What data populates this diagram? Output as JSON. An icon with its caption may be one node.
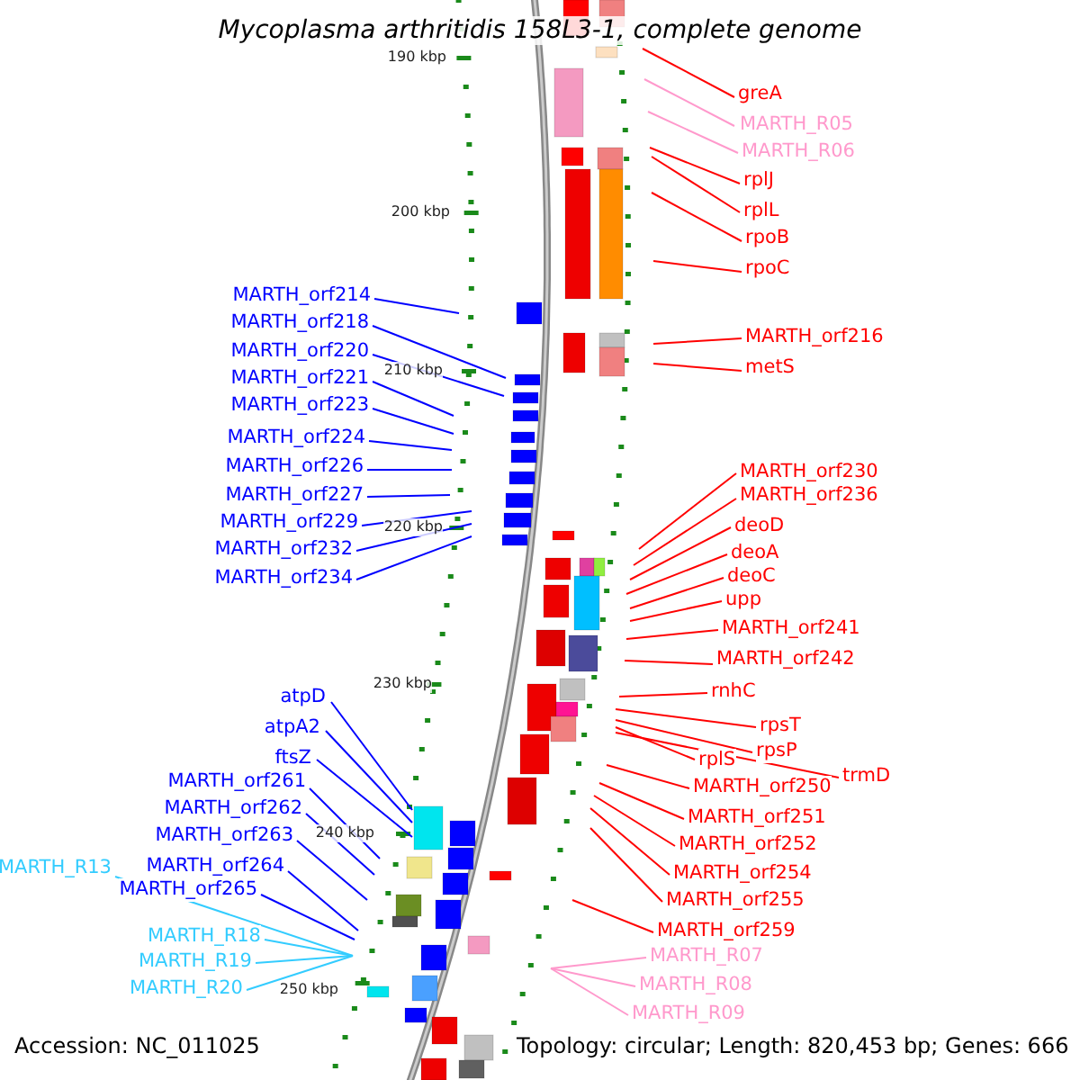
{
  "diagram": {
    "title": "Mycoplasma arthritidis 158L3-1, complete genome",
    "nodes": [
      {
        "text": [
          "greA"
        ]
      },
      {
        "text": [
          "MARTH_R05"
        ]
      },
      {
        "text": [
          "MARTH_R06"
        ]
      },
      {
        "text": [
          "rplJ"
        ]
      },
      {
        "text": [
          "rplL"
        ]
      },
      {
        "text": [
          "rpoB"
        ]
      },
      {
        "text": [
          "rpoC"
        ]
      },
      {
        "text": [
          "MARTH_orf216"
        ]
      },
      {
        "text": [
          "metS"
        ]
      },
      {
        "text": [
          "MARTH_orf230"
        ]
      },
      {
        "text": [
          "MARTH_orf236"
        ]
      },
      {
        "text": [
          "deoD"
        ]
      },
      {
        "text": [
          "deoA"
        ]
      },
      {
        "text": [
          "deoC"
        ]
      },
      {
        "text": [
          "upp"
        ]
      },
      {
        "text": [
          "MARTH_orf241"
        ]
      },
      {
        "text": [
          "MARTH_orf242"
        ]
      },
      {
        "text": [
          "rnhC"
        ]
      },
      {
        "text": [
          "rpsT"
        ]
      },
      {
        "text": [
          "rpsP"
        ]
      },
      {
        "text": [
          "rplS"
        ]
      },
      {
        "text": [
          "trmD"
        ]
      },
      {
        "text": [
          "MARTH_orf250"
        ]
      },
      {
        "text": [
          "MARTH_orf251"
        ]
      },
      {
        "text": [
          "MARTH_orf252"
        ]
      },
      {
        "text": [
          "MARTH_orf254"
        ]
      },
      {
        "text": [
          "MARTH_orf255"
        ]
      },
      {
        "text": [
          "MARTH_orf259"
        ]
      },
      {
        "text": [
          "MARTH_R07"
        ]
      },
      {
        "text": [
          "MARTH_R08"
        ]
      },
      {
        "text": [
          "MARTH_R09"
        ]
      },
      {
        "text": [
          "MARTH_orf214"
        ]
      },
      {
        "text": [
          "MARTH_orf218"
        ]
      },
      {
        "text": [
          "MARTH_orf220"
        ]
      },
      {
        "text": [
          "MARTH_orf221"
        ]
      },
      {
        "text": [
          "MARTH_orf223"
        ]
      },
      {
        "text": [
          "MARTH_orf224"
        ]
      },
      {
        "text": [
          "MARTH_orf226"
        ]
      },
      {
        "text": [
          "MARTH_orf227"
        ]
      },
      {
        "text": [
          "MARTH_orf229"
        ]
      },
      {
        "text": [
          "MARTH_orf232"
        ]
      },
      {
        "text": [
          "MARTH_orf234"
        ]
      },
      {
        "text": [
          "atpD"
        ]
      },
      {
        "text": [
          "atpA2"
        ]
      },
      {
        "text": [
          "ftsZ"
        ]
      },
      {
        "text": [
          "MARTH_orf261"
        ]
      },
      {
        "text": [
          "MARTH_orf262"
        ]
      },
      {
        "text": [
          "MARTH_orf263"
        ]
      },
      {
        "text": [
          "MARTH_R13"
        ]
      },
      {
        "text": [
          "MARTH_orf264"
        ]
      },
      {
        "text": [
          "MARTH_orf265"
        ]
      },
      {
        "text": [
          "MARTH_R18"
        ]
      },
      {
        "text": [
          "MARTH_R19"
        ]
      },
      {
        "text": [
          "MARTH_R20"
        ]
      }
    ],
    "edges": [
      {
        "from": 0,
        "to": null,
        "arrow": "none"
      },
      {
        "from": 1,
        "to": null,
        "arrow": "none",
        "color": "#ff99cc"
      },
      {
        "from": 2,
        "to": null,
        "arrow": "none",
        "color": "#ff99cc"
      },
      {
        "from": 3,
        "to": null,
        "arrow": "none"
      },
      {
        "from": 4,
        "to": null,
        "arrow": "none"
      },
      {
        "from": 5,
        "to": null,
        "arrow": "none"
      },
      {
        "from": 6,
        "to": null,
        "arrow": "none"
      },
      {
        "from": 7,
        "to": null,
        "arrow": "none"
      },
      {
        "from": 8,
        "to": null,
        "arrow": "none"
      },
      {
        "from": 9,
        "to": null,
        "arrow": "none"
      },
      {
        "from": 10,
        "to": null,
        "arrow": "none"
      },
      {
        "from": 11,
        "to": null,
        "arrow": "none"
      },
      {
        "from": 12,
        "to": null,
        "arrow": "none"
      },
      {
        "from": 13,
        "to": null,
        "arrow": "none"
      },
      {
        "from": 14,
        "to": null,
        "arrow": "none"
      },
      {
        "from": 15,
        "to": null,
        "arrow": "none"
      },
      {
        "from": 16,
        "to": null,
        "arrow": "none"
      },
      {
        "from": 17,
        "to": null,
        "arrow": "none"
      },
      {
        "from": 18,
        "to": null,
        "arrow": "none"
      },
      {
        "from": 19,
        "to": null,
        "arrow": "none"
      },
      {
        "from": 20,
        "to": null,
        "arrow": "none"
      },
      {
        "from": 21,
        "to": null,
        "arrow": "none"
      },
      {
        "from": 22,
        "to": null,
        "arrow": "none"
      },
      {
        "from": 23,
        "to": null,
        "arrow": "none"
      },
      {
        "from": 24,
        "to": null,
        "arrow": "none"
      },
      {
        "from": 25,
        "to": null,
        "arrow": "none"
      },
      {
        "from": 26,
        "to": null,
        "arrow": "none"
      },
      {
        "from": 27,
        "to": null,
        "arrow": "none"
      },
      {
        "from": 28,
        "to": null,
        "arrow": "none",
        "color": "#ff99cc"
      },
      {
        "from": 29,
        "to": null,
        "arrow": "none",
        "color": "#ff99cc"
      },
      {
        "from": 30,
        "to": null,
        "arrow": "none",
        "color": "#ff99cc"
      },
      {
        "from": 31,
        "to": null,
        "arrow": "none",
        "color": "#0000ff"
      },
      {
        "from": 32,
        "to": null,
        "arrow": "none",
        "color": "#0000ff"
      },
      {
        "from": 33,
        "to": null,
        "arrow": "none",
        "color": "#0000ff"
      },
      {
        "from": 34,
        "to": null,
        "arrow": "none",
        "color": "#0000ff"
      },
      {
        "from": 35,
        "to": null,
        "arrow": "none",
        "color": "#0000ff"
      },
      {
        "from": 36,
        "to": null,
        "arrow": "none",
        "color": "#0000ff"
      },
      {
        "from": 37,
        "to": null,
        "arrow": "none",
        "color": "#0000ff"
      },
      {
        "from": 38,
        "to": null,
        "arrow": "none",
        "color": "#0000ff"
      },
      {
        "from": 39,
        "to": null,
        "arrow": "none",
        "color": "#0000ff"
      },
      {
        "from": 40,
        "to": null,
        "arrow": "none",
        "color": "#0000ff"
      },
      {
        "from": 41,
        "to": null,
        "arrow": "none",
        "color": "#0000ff"
      },
      {
        "from": 42,
        "to": null,
        "arrow": "none",
        "color": "#0000ff"
      },
      {
        "from": 43,
        "to": null,
        "arrow": "none",
        "color": "#0000ff"
      },
      {
        "from": 44,
        "to": null,
        "arrow": "none",
        "color": "#0000ff"
      },
      {
        "from": 45,
        "to": null,
        "arrow": "none",
        "color": "#0000ff"
      },
      {
        "from": 46,
        "to": null,
        "arrow": "none",
        "color": "#0000ff"
      },
      {
        "from": 47,
        "to": null,
        "arrow": "none",
        "color": "#0000ff"
      },
      {
        "from": 48,
        "to": null,
        "arrow": "none",
        "color": "#33ccff"
      },
      {
        "from": 49,
        "to": null,
        "arrow": "none",
        "color": "#0000ff"
      },
      {
        "from": 50,
        "to": null,
        "arrow": "none",
        "color": "#0000ff"
      },
      {
        "from": 51,
        "to": null,
        "arrow": "none",
        "color": "#33ccff"
      },
      {
        "from": 52,
        "to": null,
        "arrow": "none",
        "color": "#33ccff"
      },
      {
        "from": 53,
        "to": null,
        "arrow": "none",
        "color": "#33ccff"
      }
    ],
    "labels": [
      "190 kbp",
      "200 kbp",
      "210 kbp",
      "220 kbp",
      "230 kbp",
      "240 kbp",
      "250 kbp",
      "Accession: NC_011025",
      "Topology: circular; Length: 820,453 bp; Genes: 666"
    ]
  }
}
